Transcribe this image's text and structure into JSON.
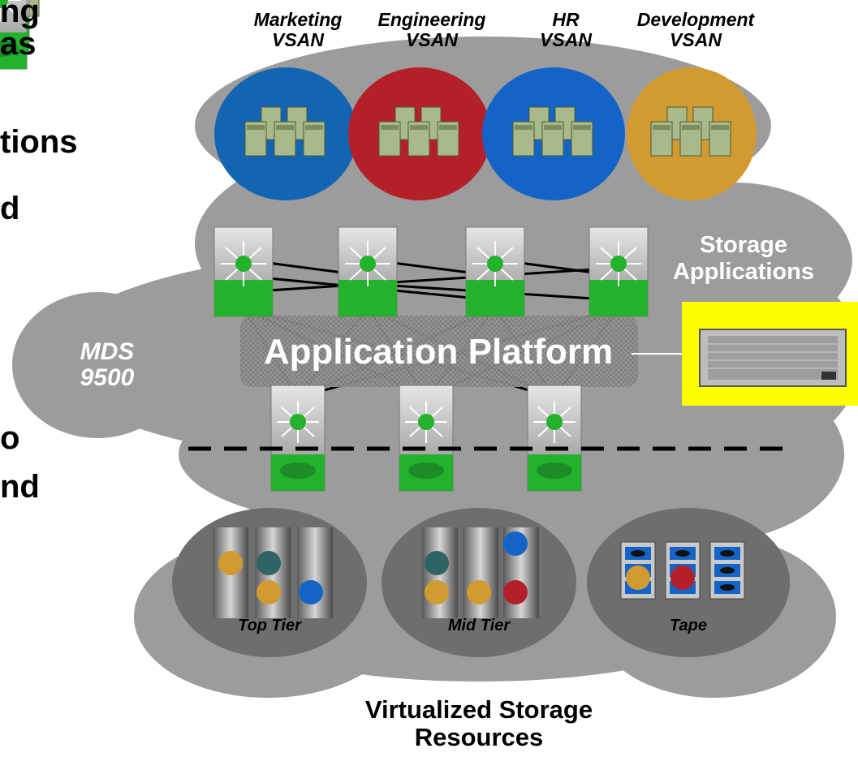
{
  "left_text_fragments": [
    "ng",
    "as",
    "tions",
    "d",
    "o",
    "nd"
  ],
  "vsans": [
    {
      "line1": "Marketing",
      "line2": "VSAN",
      "color": "#1464B4"
    },
    {
      "line1": "Engineering",
      "line2": "VSAN",
      "color": "#B4202A"
    },
    {
      "line1": "HR",
      "line2": "VSAN",
      "color": "#1464C8"
    },
    {
      "line1": "Development",
      "line2": "VSAN",
      "color": "#D29B32"
    }
  ],
  "storage_applications": {
    "line1": "Storage",
    "line2": "Applications"
  },
  "mds": {
    "line1": "MDS",
    "line2": "9500"
  },
  "application_platform": "Application Platform",
  "tiers": [
    {
      "label": "Top Tier",
      "icon": "storage-array-icon"
    },
    {
      "label": "Mid Tier",
      "icon": "storage-array-icon"
    },
    {
      "label": "Tape",
      "icon": "tape-library-icon"
    }
  ],
  "bottom_title": {
    "line1": "Virtualized Storage",
    "line2": "Resources"
  },
  "colors": {
    "cloud": "#9C9C9C",
    "tier_ellipse": "#6E6E6E",
    "switch_green": "#22B22C",
    "highlight_box": "#FFFF00",
    "server_body": "#A9B98A"
  }
}
